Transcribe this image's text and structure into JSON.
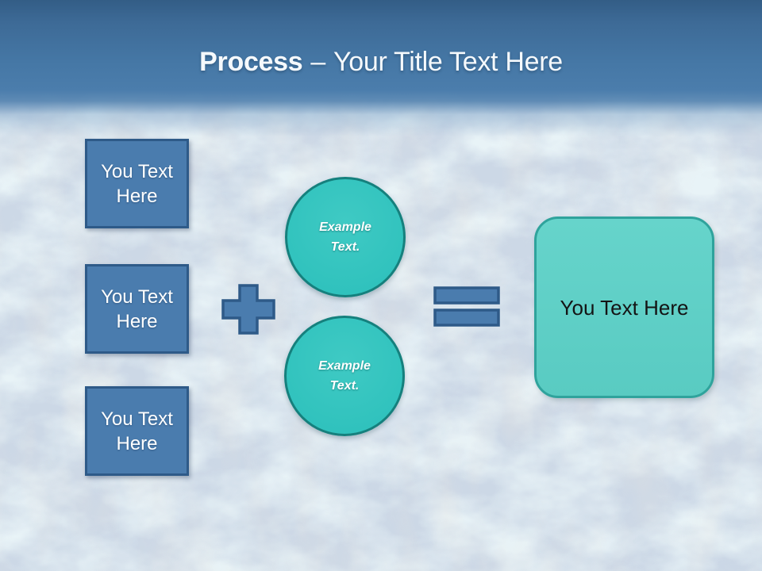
{
  "title": {
    "emphasis": "Process",
    "dash": "–",
    "text": "Your Title Text Here"
  },
  "input_boxes": [
    "You Text Here",
    "You Text Here",
    "You Text Here"
  ],
  "example_circles": [
    "Example Text.",
    "Example Text."
  ],
  "operators": {
    "plus_icon": "+",
    "equals_icon": "="
  },
  "result_box": "You Text Here",
  "colors": {
    "header-top": "#335d86",
    "header-bottom": "#4b7dac",
    "background": "#ccd8e6",
    "box-fill": "#4a7cae",
    "box-border": "#2e5a88",
    "circle-fill": "#35c5c0",
    "circle-border": "#15807d",
    "result-fill": "#5fd0c7",
    "result-border": "#2fa39c",
    "title-color": "#f5f9fc",
    "result-text": "#141414",
    "shape-text": "#ffffff"
  }
}
